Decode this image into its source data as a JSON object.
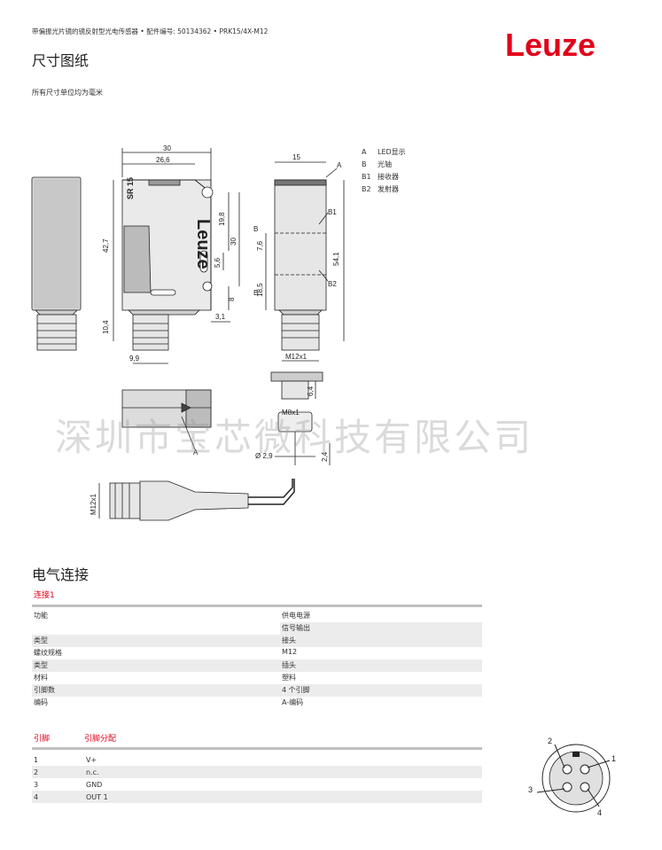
{
  "header": {
    "product_line": "带偏振光片镜的镜反射型光电传感器 • 配件编号: 50134362 • PRK15/4X-M12",
    "logo": "Leuze"
  },
  "dimensions_section": {
    "title": "尺寸图纸",
    "units_note": "所有尺寸单位均为毫米",
    "legend": [
      {
        "key": "A",
        "text": "LED显示"
      },
      {
        "key": "B",
        "text": "光轴"
      },
      {
        "key": "B1",
        "text": "接收器"
      },
      {
        "key": "B2",
        "text": "发射器"
      }
    ],
    "drawing_labels": {
      "d30_top": "30",
      "d26_6": "26,6",
      "d15": "15",
      "label_A1": "A",
      "d42_7": "42,7",
      "d19_8": "19,8",
      "d30_side": "30",
      "d7_6": "7,6",
      "d5_6": "5,6",
      "d18_5": "18,5",
      "d8": "8",
      "d10_4": "10,4",
      "d3_1": "3,1",
      "d9_9": "9,9",
      "label_B_top": "B",
      "label_B_bottom": "B",
      "label_B1": "B1",
      "label_B2": "B2",
      "d54_1": "54,1",
      "m12x1_a": "M12x1",
      "d6_4": "6,4",
      "m8x1": "M8x1",
      "dia2_9": "Ø 2,9",
      "d2_4": "2,4",
      "label_A2": "A",
      "m12x1_b": "M12x1",
      "sensor_mark": "SR 15",
      "sensor_logo": "Leuze"
    },
    "watermark": "深圳市宝芯微科技有限公司"
  },
  "electrical_section": {
    "title": "电气连接",
    "connection_title": "连接1",
    "rows": [
      {
        "label": "功能",
        "value": "供电电源"
      },
      {
        "label": "",
        "value": "信号输出"
      },
      {
        "label": "类型",
        "value": "接头"
      },
      {
        "label": "螺纹规格",
        "value": "M12"
      },
      {
        "label": "类型",
        "value": "插头"
      },
      {
        "label": "材料",
        "value": "塑料"
      },
      {
        "label": "引脚数",
        "value": "4 个引脚"
      },
      {
        "label": "编码",
        "value": "A-编码"
      }
    ],
    "pin_header": {
      "pin": "引脚",
      "assignment": "引脚分配"
    },
    "pins": [
      {
        "pin": "1",
        "assignment": "V+"
      },
      {
        "pin": "2",
        "assignment": "n.c."
      },
      {
        "pin": "3",
        "assignment": "GND"
      },
      {
        "pin": "4",
        "assignment": "OUT 1"
      }
    ],
    "connector_labels": {
      "p1": "1",
      "p2": "2",
      "p3": "3",
      "p4": "4"
    }
  }
}
